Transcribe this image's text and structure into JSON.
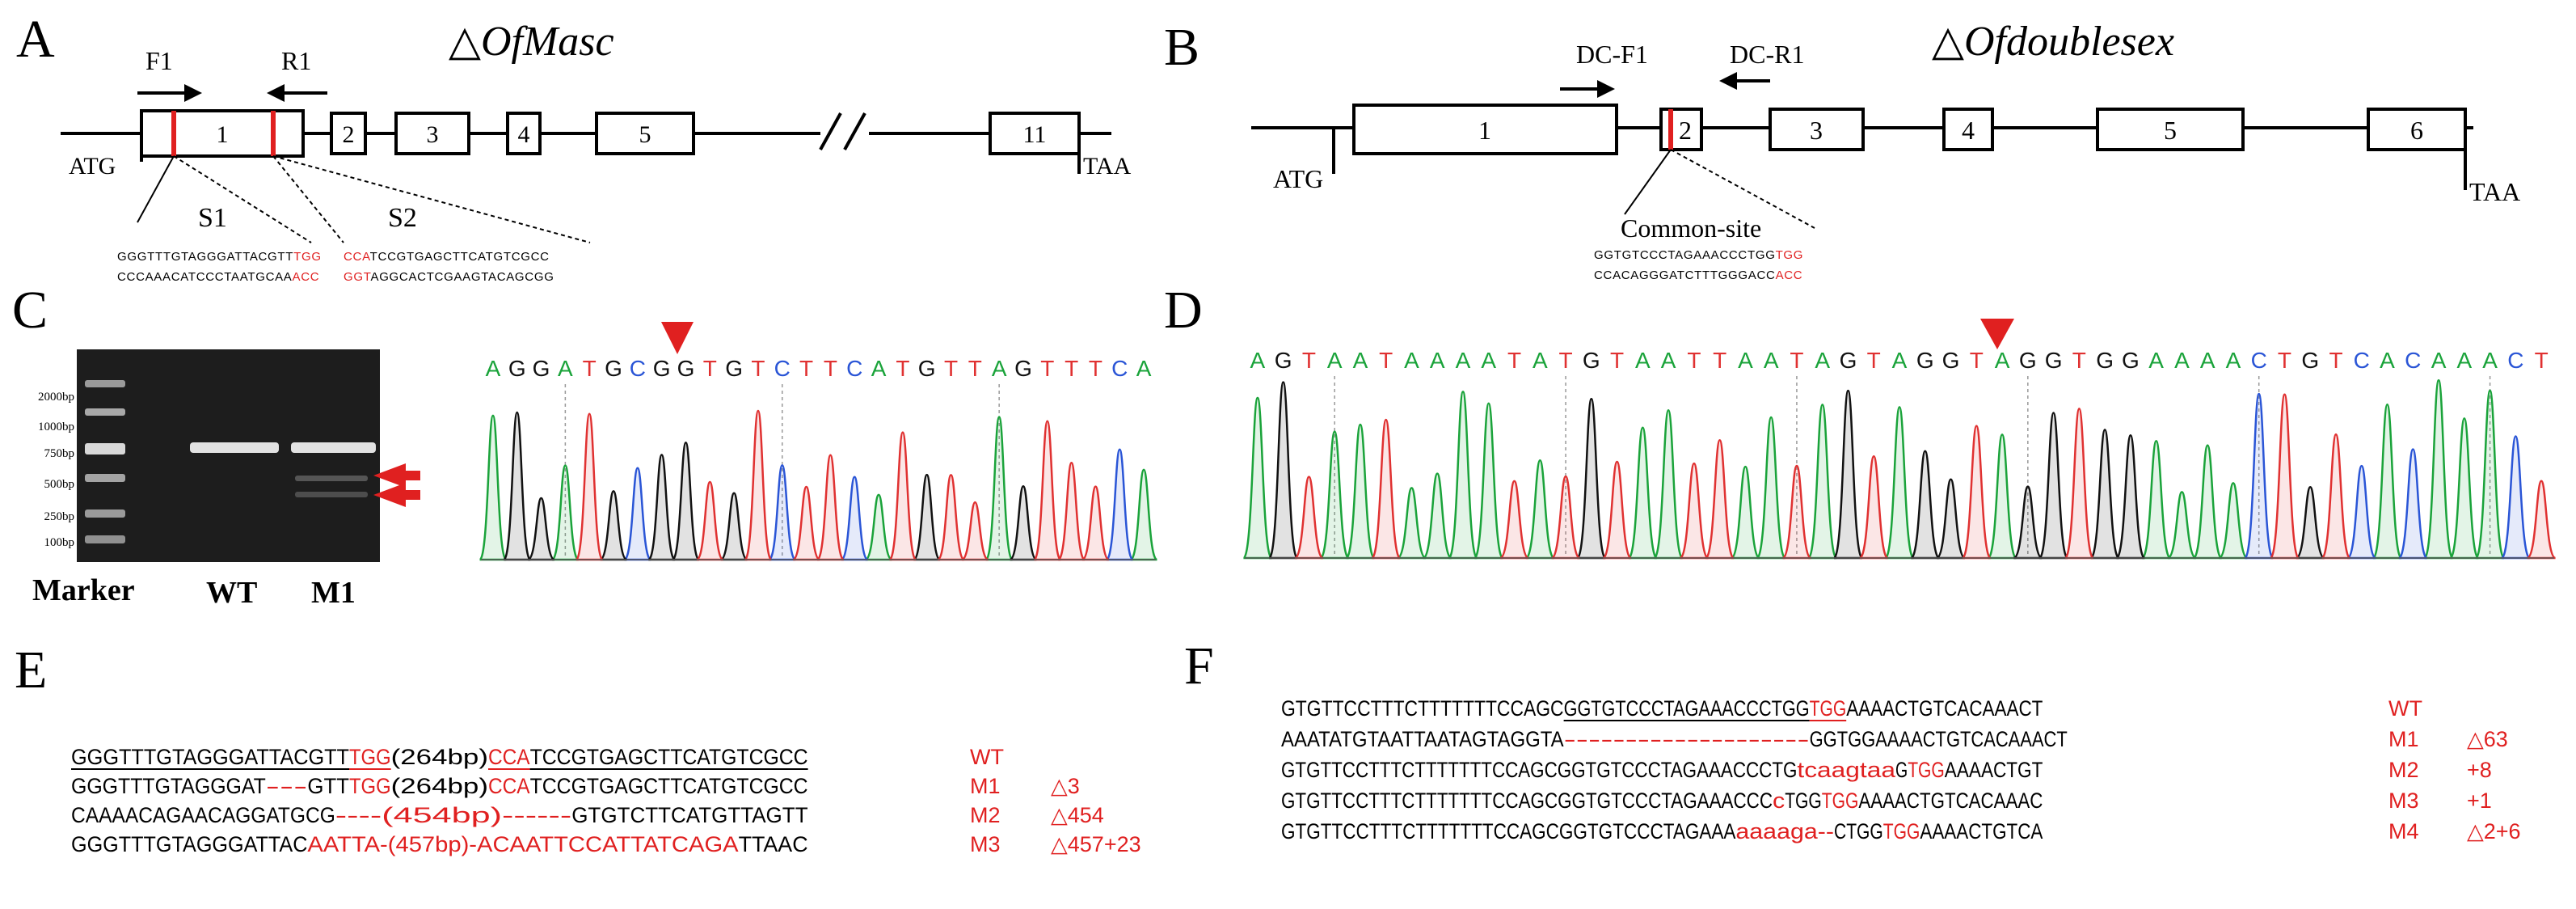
{
  "panels": {
    "A": "A",
    "B": "B",
    "C": "C",
    "D": "D",
    "E": "E",
    "F": "F"
  },
  "panelA": {
    "title": "△OfMasc",
    "primer_f": "F1",
    "primer_r": "R1",
    "start": "ATG",
    "stop": "TAA",
    "exons": [
      "1",
      "2",
      "3",
      "4",
      "5",
      "11"
    ],
    "site1": "S1",
    "site2": "S2",
    "s1_top": "GGGTTTGTAGGGATTACGTT",
    "s1_top_pam": "TGG",
    "s1_bot": "CCCAAACATCCCTAATGCAA",
    "s1_bot_pam": "ACC",
    "s2_top_pam": "CCA",
    "s2_top": "TCCGTGAGCTTCATGTCGCC",
    "s2_bot_pam": "GGT",
    "s2_bot": "AGGCACTCGAAGTACAGCGG"
  },
  "panelB": {
    "title": "△Ofdoublesex",
    "primer_f": "DC-F1",
    "primer_r": "DC-R1",
    "start": "ATG",
    "stop": "TAA",
    "exons": [
      "1",
      "2",
      "3",
      "4",
      "5",
      "6"
    ],
    "site": "Common-site",
    "top": "GGTGTCCCTAGAAACCCTGG",
    "top_pam": "TGG",
    "bot": "CCACAGGGATCTTTGGGACC",
    "bot_pam": "ACC"
  },
  "panelC": {
    "ladder": [
      "2000bp",
      "1000bp",
      "750bp",
      "500bp",
      "250bp",
      "100bp"
    ],
    "lanes": [
      "Marker",
      "WT",
      "M1"
    ],
    "trace_seq": "AGGATGCGGTGTCTTCATGTTAGTTTCA"
  },
  "panelD": {
    "trace_seq": "AGTAATAAAATATGTAATTAATAGTAGGTAGGTGGAAAACTGTCACAAACT"
  },
  "panelE": {
    "rows": [
      {
        "parts": [
          {
            "t": "GGGTTTGTAGGGATTACGTT",
            "c": "k",
            "u": 1
          },
          {
            "t": "TGG",
            "c": "r",
            "u": 1
          },
          {
            "t": "(264bp)",
            "c": "k"
          },
          {
            "t": "CCA",
            "c": "r",
            "u": 1
          },
          {
            "t": "TCCGTGAGCTTCATGTCGCC",
            "c": "k",
            "u": 1
          }
        ],
        "name": "WT",
        "change": ""
      },
      {
        "parts": [
          {
            "t": "GGGTTTGTAGGGAT",
            "c": "k"
          },
          {
            "t": "---",
            "c": "r"
          },
          {
            "t": "GTT",
            "c": "k"
          },
          {
            "t": "TGG",
            "c": "r"
          },
          {
            "t": "(264bp)",
            "c": "k"
          },
          {
            "t": "CCA",
            "c": "r"
          },
          {
            "t": "TCCGTGAGCTTCATGTCGCC",
            "c": "k"
          }
        ],
        "name": "M1",
        "change": "△3"
      },
      {
        "parts": [
          {
            "t": "CAAAACAGAACAGGATGCG",
            "c": "k"
          },
          {
            "t": "----(454bp)------",
            "c": "r"
          },
          {
            "t": "GTGTCTTCATGTTAGTT",
            "c": "k"
          }
        ],
        "name": "M2",
        "change": "△454"
      },
      {
        "parts": [
          {
            "t": "GGGTTTGTAGGGATTAC",
            "c": "k"
          },
          {
            "t": "AATTA-(457bp)-ACAATTCCATTATCAGA",
            "c": "r"
          },
          {
            "t": "TTAAC",
            "c": "k"
          }
        ],
        "name": "M3",
        "change": "△457+23"
      }
    ]
  },
  "panelF": {
    "rows": [
      {
        "parts": [
          {
            "t": "GTGTTCCTTTCTTTTTTTCCAGC",
            "c": "k"
          },
          {
            "t": "GGTGTCCCTAGAAACCCTGG",
            "c": "k",
            "u": 1
          },
          {
            "t": "TGG",
            "c": "r",
            "u": 1
          },
          {
            "t": "AAAACTGTCACAAACT",
            "c": "k"
          }
        ],
        "name": "WT",
        "change": ""
      },
      {
        "parts": [
          {
            "t": "AAATATGTAATTAATAGTAGGTA",
            "c": "k"
          },
          {
            "t": "--------------------",
            "c": "r"
          },
          {
            "t": "GGTGGAAAACTGTCACAAACT",
            "c": "k"
          }
        ],
        "name": "M1",
        "change": "△63"
      },
      {
        "parts": [
          {
            "t": "GTGTTCCTTTCTTTTTTTCCAGCGGTGTCCCTAGAAACCCTG",
            "c": "k"
          },
          {
            "t": "tcaagtaa",
            "c": "r"
          },
          {
            "t": "G",
            "c": "k"
          },
          {
            "t": "TGG",
            "c": "r"
          },
          {
            "t": "AAAACTGT",
            "c": "k"
          }
        ],
        "name": "M2",
        "change": "+8"
      },
      {
        "parts": [
          {
            "t": "GTGTTCCTTTCTTTTTTTCCAGCGGTGTCCCTAGAAACCC",
            "c": "k"
          },
          {
            "t": "c",
            "c": "r"
          },
          {
            "t": "TGG",
            "c": "k"
          },
          {
            "t": "TGG",
            "c": "r"
          },
          {
            "t": "AAAACTGTCACAAAC",
            "c": "k"
          }
        ],
        "name": "M3",
        "change": "+1"
      },
      {
        "parts": [
          {
            "t": "GTGTTCCTTTCTTTTTTTCCAGCGGTGTCCCTAGAAA",
            "c": "k"
          },
          {
            "t": "aaaaga--",
            "c": "r"
          },
          {
            "t": "CTGG",
            "c": "k"
          },
          {
            "t": "TGG",
            "c": "r"
          },
          {
            "t": "AAAACTGTCA",
            "c": "k"
          }
        ],
        "name": "M4",
        "change": "△2+6"
      }
    ]
  },
  "colors": {
    "red": "#e02020",
    "A": "#1aa33a",
    "C": "#2a55d6",
    "G": "#111111",
    "T": "#e03131"
  }
}
